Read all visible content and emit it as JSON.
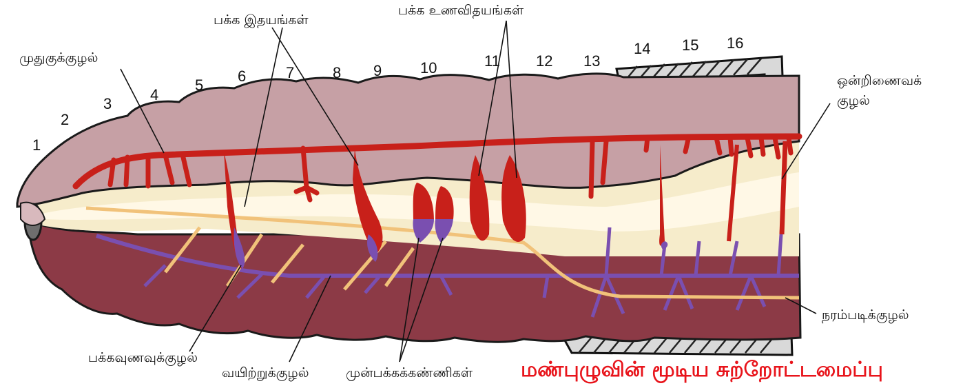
{
  "diagram": {
    "title": "மண்புழுவின் மூடிய சுற்றோட்டமைப்பு",
    "segments": [
      "1",
      "2",
      "3",
      "4",
      "5",
      "6",
      "7",
      "8",
      "9",
      "10",
      "11",
      "12",
      "13",
      "14",
      "15",
      "16"
    ],
    "labels": {
      "dorsal_vessel": "முதுகுக்குழல்",
      "lateral_hearts": "பக்க இதயங்கள்",
      "lateral_oesophageal_hearts": "பக்க உணவிதயங்கள்",
      "commissural_vessel_line1": "ஒன்றிணைவக்",
      "commissural_vessel_line2": "குழல்",
      "subneural_vessel": "நரம்படிக்குழல்",
      "lateral_oesophageal_vessel": "பக்கவுணவுக்குழல்",
      "ventral_vessel": "வயிற்றுக்குழல்",
      "anterior_loops": "முன்பக்கக்கண்ணிகள்"
    },
    "colors": {
      "blood_vessel_red": "#c8201a",
      "vessel_purple": "#7a4fb0",
      "gut_yellow": "#f1d99b",
      "body_wall_mauve": "#c6a0a5",
      "lower_body_maroon": "#8c3a46",
      "title_red": "#e8141b"
    }
  }
}
